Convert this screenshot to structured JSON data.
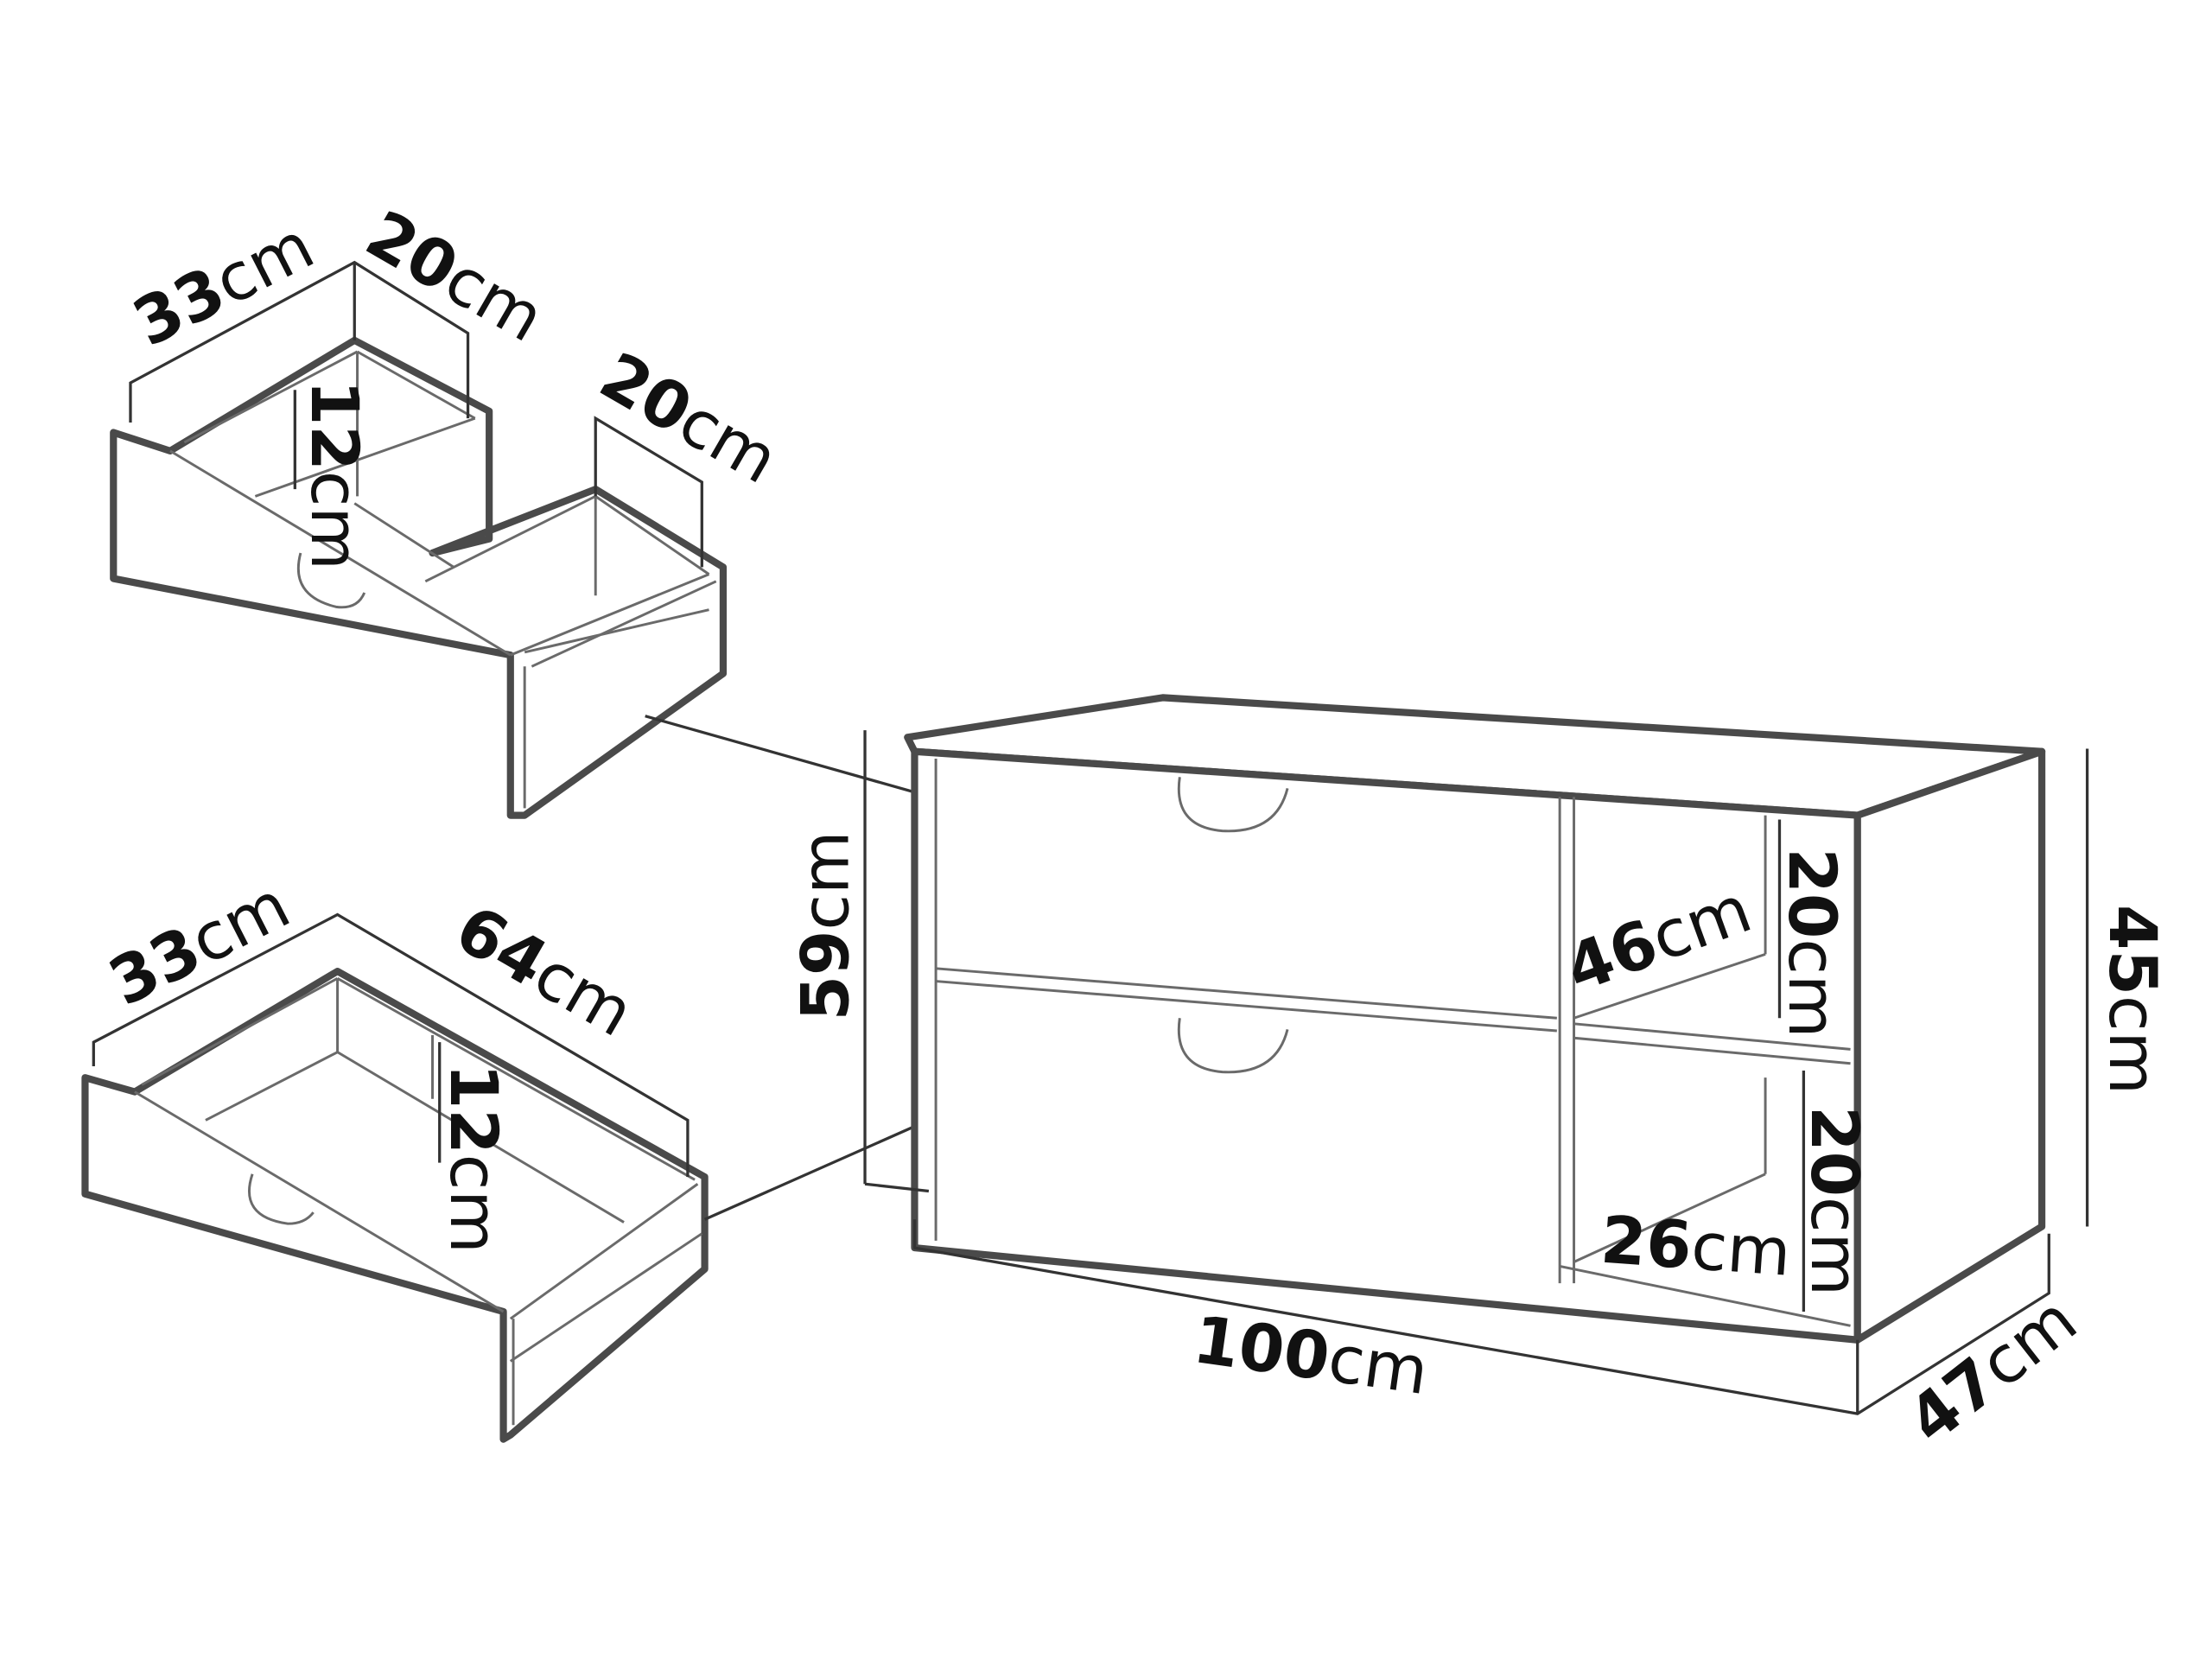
{
  "unit": "cm",
  "drawer_top": {
    "width": "33",
    "depth_left": "20",
    "height": "12",
    "depth_right": "20"
  },
  "drawer_bottom": {
    "width": "33",
    "depth": "64",
    "height": "12"
  },
  "cabinet": {
    "height": "59",
    "length": "100",
    "depth": "47",
    "total_height": "45",
    "shelf_width": "46",
    "shelf_height_upper": "20",
    "shelf_height_lower": "20",
    "shelf_depth": "26"
  },
  "colors": {
    "line": "#4a4a4a",
    "text": "#111111"
  }
}
